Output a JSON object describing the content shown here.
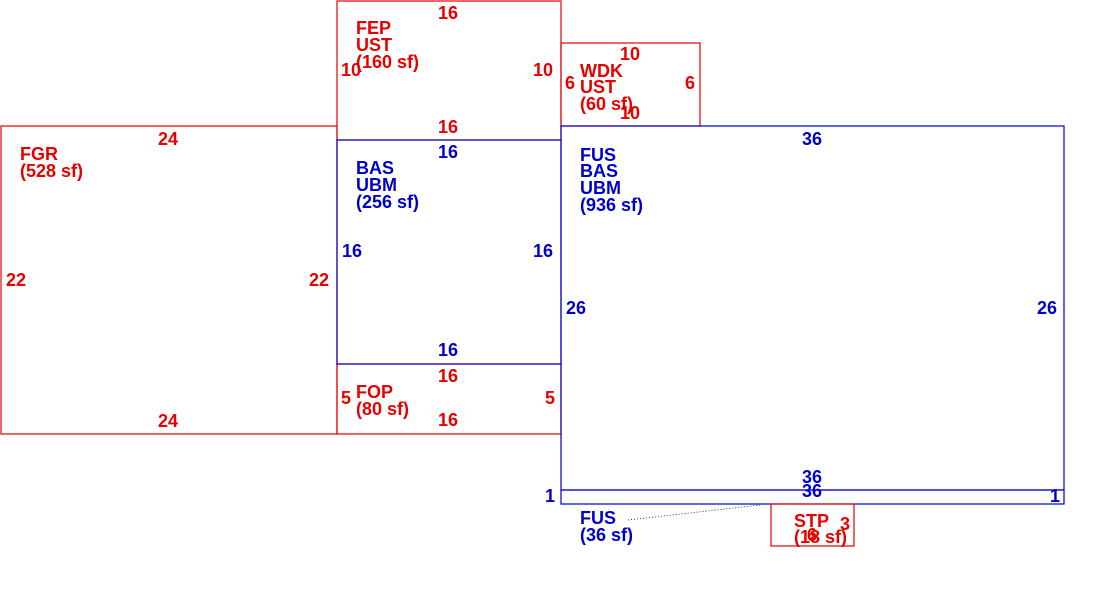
{
  "colors": {
    "red": "#e60000",
    "blue": "#0000cc"
  },
  "areas": {
    "fep": {
      "line1": "FEP",
      "line2": "UST",
      "line3": "(160 sf)"
    },
    "wdk": {
      "line1": "WDK",
      "line2": "UST",
      "line3": "(60 sf)"
    },
    "fgr": {
      "line1": "FGR",
      "line2": "(528 sf)"
    },
    "bas": {
      "line1": "BAS",
      "line2": "UBM",
      "line3": "(256 sf)"
    },
    "fus_main": {
      "line1": "FUS",
      "line2": "BAS",
      "line3": "UBM",
      "line4": "(936 sf)"
    },
    "fop": {
      "line1": "FOP",
      "line2": "(80 sf)"
    },
    "fus_small": {
      "line1": "FUS",
      "line2": "(36 sf)"
    },
    "stp": {
      "line1": "STP",
      "line2": "(18 sf)"
    }
  },
  "dims": {
    "fep_top": "16",
    "fep_left": "10",
    "fep_right": "10",
    "fep_bottom": "16",
    "wdk_top": "10",
    "wdk_left": "6",
    "wdk_right": "6",
    "wdk_bottom": "10",
    "fgr_top": "24",
    "fgr_left": "22",
    "fgr_right": "22",
    "fgr_bottom": "24",
    "bas_top": "16",
    "bas_left": "16",
    "bas_right": "16",
    "bas_bottom": "16",
    "fus_top": "36",
    "fus_left": "26",
    "fus_right": "26",
    "fus_bottom": "36",
    "fop_top": "16",
    "fop_left": "5",
    "fop_right": "5",
    "fop_bottom": "16",
    "fus_small_top": "36",
    "fus_small_left": "1",
    "fus_small_right": "1",
    "stp_right": "3",
    "stp_inner": "6"
  }
}
